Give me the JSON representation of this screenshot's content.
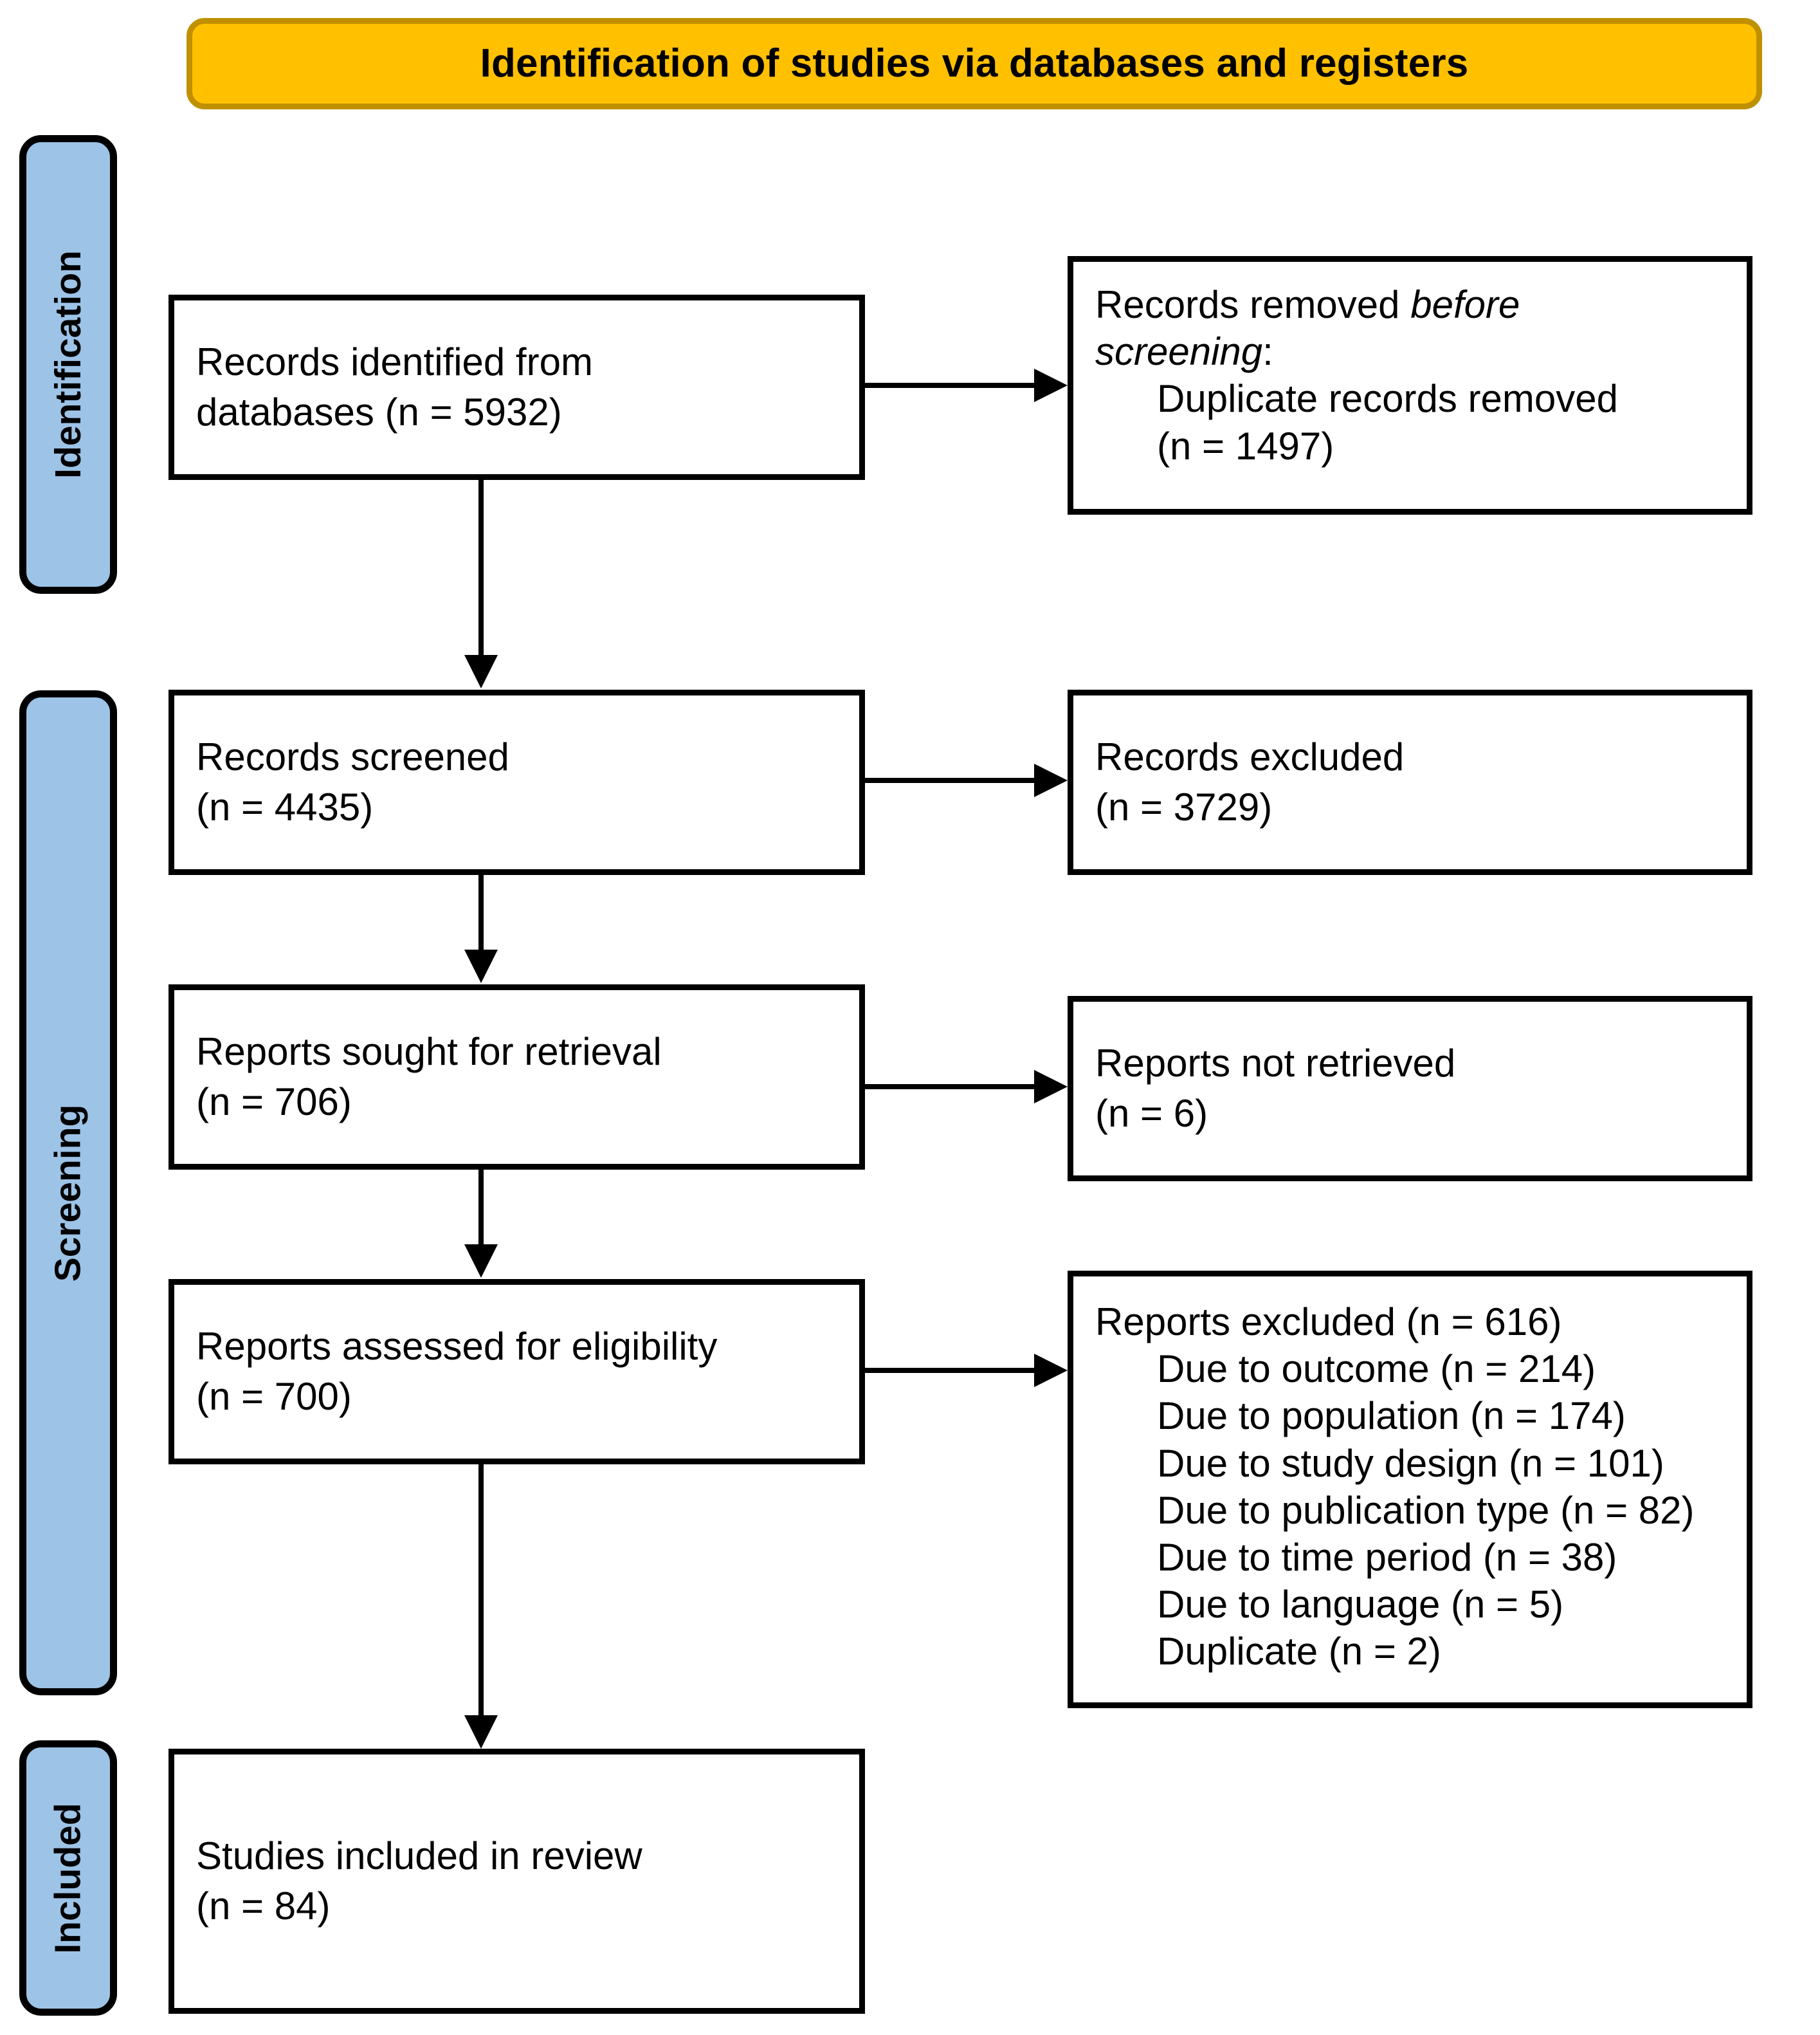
{
  "header": {
    "title": "Identification of studies via databases and registers",
    "fill_color": "#FFC000",
    "border_color": "#BF9000"
  },
  "stages": {
    "fill_color": "#9DC3E6",
    "identification": "Identification",
    "screening": "Screening",
    "included": "Included"
  },
  "boxes": {
    "identified": {
      "line1": "Records identified from",
      "line2": "databases (n = 5932)"
    },
    "removed": {
      "line1_prefix": "Records removed ",
      "line1_italic": "before",
      "line2_italic": "screening",
      "line2_suffix": ":",
      "line3": "Duplicate records removed",
      "line4": "(n = 1497)"
    },
    "screened": {
      "line1": "Records screened",
      "line2": "(n = 4435)"
    },
    "records_excluded": {
      "line1": "Records excluded",
      "line2": "(n = 3729)"
    },
    "sought": {
      "line1": "Reports sought for retrieval",
      "line2": "(n = 706)"
    },
    "not_retrieved": {
      "line1": "Reports not retrieved",
      "line2": "(n = 6)"
    },
    "assessed": {
      "line1": "Reports assessed for eligibility",
      "line2": "(n = 700)"
    },
    "reports_excluded": {
      "heading": "Reports excluded (n = 616)",
      "reasons": [
        "Due to outcome (n = 214)",
        "Due to population (n = 174)",
        "Due to study design (n = 101)",
        "Due to publication type (n = 82)",
        "Due to time period (n = 38)",
        "Due to language (n = 5)",
        "Duplicate (n = 2)"
      ]
    },
    "included": {
      "line1": "Studies included in review",
      "line2": "(n = 84)"
    }
  },
  "chart_data": {
    "type": "diagram",
    "title": "Identification of studies via databases and registers",
    "nodes": [
      {
        "id": "identified",
        "stage": "Identification",
        "label": "Records identified from databases",
        "n": 5932
      },
      {
        "id": "removed",
        "stage": "Identification",
        "label": "Records removed before screening: Duplicate records removed",
        "n": 1497
      },
      {
        "id": "screened",
        "stage": "Screening",
        "label": "Records screened",
        "n": 4435
      },
      {
        "id": "records_excluded",
        "stage": "Screening",
        "label": "Records excluded",
        "n": 3729
      },
      {
        "id": "sought",
        "stage": "Screening",
        "label": "Reports sought for retrieval",
        "n": 706
      },
      {
        "id": "not_retrieved",
        "stage": "Screening",
        "label": "Reports not retrieved",
        "n": 6
      },
      {
        "id": "assessed",
        "stage": "Screening",
        "label": "Reports assessed for eligibility",
        "n": 700
      },
      {
        "id": "reports_excluded",
        "stage": "Screening",
        "label": "Reports excluded",
        "n": 616,
        "breakdown": [
          {
            "reason": "Due to outcome",
            "n": 214
          },
          {
            "reason": "Due to population",
            "n": 174
          },
          {
            "reason": "Due to study design",
            "n": 101
          },
          {
            "reason": "Due to publication type",
            "n": 82
          },
          {
            "reason": "Due to time period",
            "n": 38
          },
          {
            "reason": "Due to language",
            "n": 5
          },
          {
            "reason": "Duplicate",
            "n": 2
          }
        ]
      },
      {
        "id": "included",
        "stage": "Included",
        "label": "Studies included in review",
        "n": 84
      }
    ],
    "edges": [
      {
        "from": "identified",
        "to": "removed",
        "direction": "right"
      },
      {
        "from": "identified",
        "to": "screened",
        "direction": "down"
      },
      {
        "from": "screened",
        "to": "records_excluded",
        "direction": "right"
      },
      {
        "from": "screened",
        "to": "sought",
        "direction": "down"
      },
      {
        "from": "sought",
        "to": "not_retrieved",
        "direction": "right"
      },
      {
        "from": "sought",
        "to": "assessed",
        "direction": "down"
      },
      {
        "from": "assessed",
        "to": "reports_excluded",
        "direction": "right"
      },
      {
        "from": "assessed",
        "to": "included",
        "direction": "down"
      }
    ]
  }
}
